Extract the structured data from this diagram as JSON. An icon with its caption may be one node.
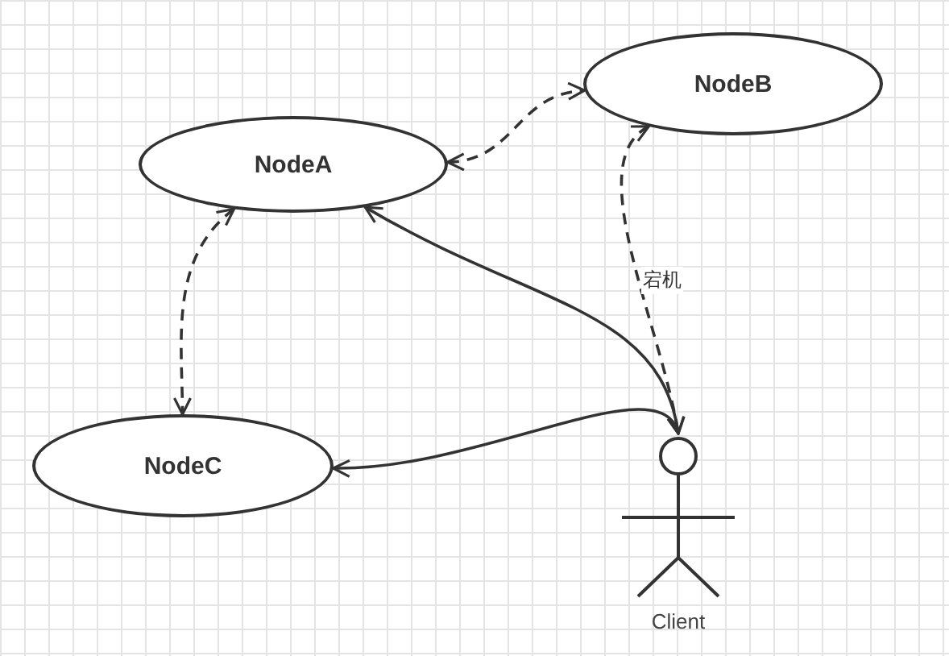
{
  "diagram": {
    "nodes": [
      {
        "text": [
          "NodeB"
        ]
      },
      {
        "text": [
          "NodeA"
        ]
      },
      {
        "text": [
          "NodeC"
        ]
      },
      {
        "text": [],
        "shape": "person",
        "beside": [
          "Client"
        ]
      }
    ],
    "edges": [
      {
        "from": 1,
        "to": 0,
        "arrow": "both",
        "style": "dashed"
      },
      {
        "from": 1,
        "to": 2,
        "arrow": "both",
        "style": "dashed"
      },
      {
        "from": 0,
        "to": 3,
        "arrow": "both",
        "style": "dashed",
        "label": "宕机"
      },
      {
        "from": 1,
        "to": 3,
        "arrow": "both"
      },
      {
        "from": 3,
        "to": 2,
        "arrow": "to"
      }
    ]
  }
}
